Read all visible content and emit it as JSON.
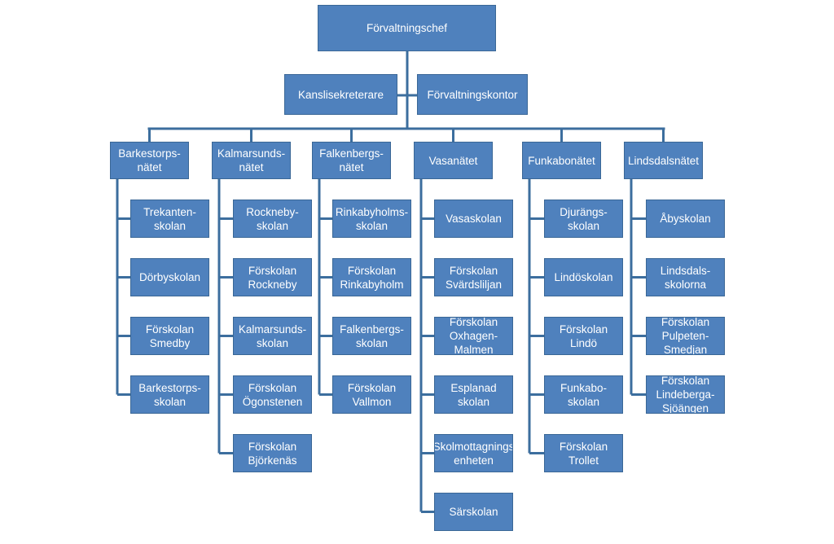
{
  "colors": {
    "box_fill": "#4f81bd",
    "box_border": "#3a6796",
    "line": "#3c6e9e",
    "text": "#ffffff"
  },
  "root": {
    "label": "Förvaltningschef"
  },
  "staff": [
    {
      "label": "Kanslisekreterare"
    },
    {
      "label": "Förvaltningskontor"
    }
  ],
  "networks": [
    {
      "label": "Barkestorps-\nnätet",
      "schools": [
        "Trekanten-\nskolan",
        "Dörbyskolan",
        "Förskolan\nSmedby",
        "Barkestorps-\nskolan"
      ]
    },
    {
      "label": "Kalmarsunds-\nnätet",
      "schools": [
        "Rockneby-\nskolan",
        "Förskolan\nRockneby",
        "Kalmarsunds-\nskolan",
        "Förskolan\nÖgonstenen",
        "Förskolan\nBjörkenäs"
      ]
    },
    {
      "label": "Falkenbergs-\nnätet",
      "schools": [
        "Rinkabyholms-\nskolan",
        "Förskolan\nRinkabyholm",
        "Falkenbergs-\nskolan",
        "Förskolan\nVallmon"
      ]
    },
    {
      "label": "Vasanätet",
      "schools": [
        "Vasaskolan",
        "Förskolan\nSvärdsliljan",
        "Förskolan\nOxhagen-\nMalmen",
        "Esplanad\nskolan",
        "Skolmottagnings\nenheten",
        "Särskolan"
      ]
    },
    {
      "label": "Funkabonätet",
      "schools": [
        "Djurängs-\nskolan",
        "Lindöskolan",
        "Förskolan\nLindö",
        "Funkabo-\nskolan",
        "Förskolan\nTrollet"
      ]
    },
    {
      "label": "Lindsdalsnätet",
      "schools": [
        "Åbyskolan",
        "Lindsdals-\nskolorna",
        "Förskolan\nPulpeten-\nSmedjan",
        "Förskolan\nLindeberga-\nSjöängen"
      ]
    }
  ]
}
